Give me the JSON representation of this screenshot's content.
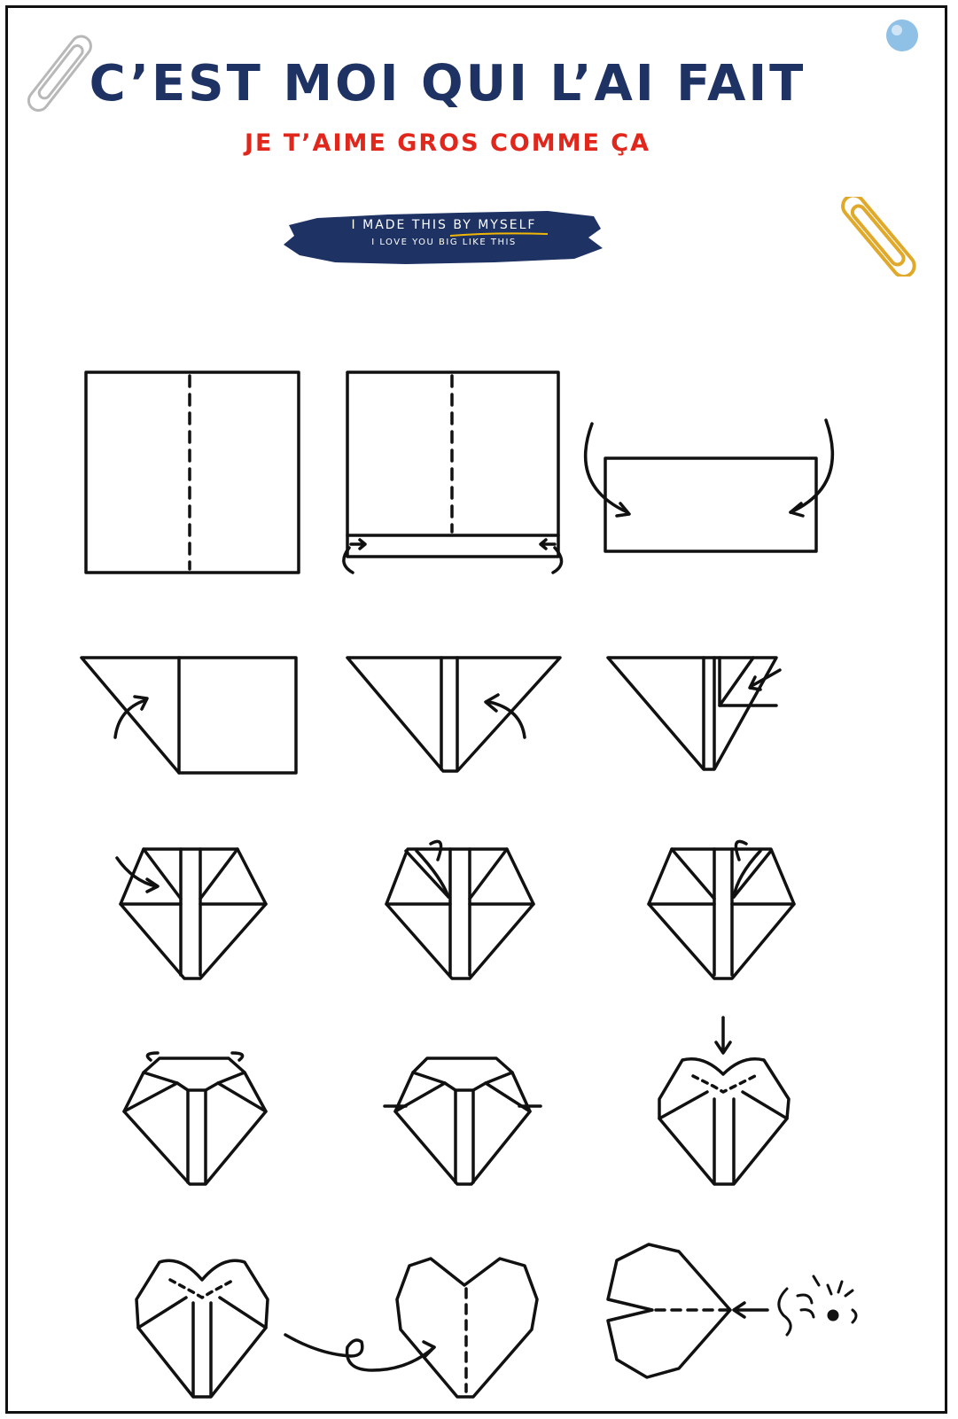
{
  "header": {
    "title": "C’EST MOI QUI L’AI FAIT",
    "subtitle": "JE T’AIME GROS COMME ÇA"
  },
  "badge": {
    "line1_start": "I MADE THIS ",
    "line1_emphasis": "BY MYSELF",
    "line2": "I LOVE YOU BIG LIKE THIS"
  },
  "colors": {
    "title": "#1e3264",
    "subtitle": "#e1261c",
    "badge_brush": "#1e3264",
    "badge_underline": "#f2b705",
    "pin": "#8fc0e6",
    "paperclip_gold": "#e0a92a",
    "paperclip_silver": "#b8b8b8"
  },
  "decor": {
    "top_left": "paperclip-silver",
    "top_right": "pushpin-blue",
    "right": "paperclip-gold"
  },
  "steps": [
    "step-1-square-crease",
    "step-2-fold-bottom-strip",
    "step-3-fold-sides-back",
    "step-4-fold-left-corner",
    "step-5-fold-right-corner",
    "step-6-fold-flap",
    "step-7-fold-top-left",
    "step-8-tuck-left",
    "step-9-tuck-right",
    "step-10-fold-top-corners",
    "step-11-fold-side-corners",
    "step-12-push-top",
    "step-13-finished-back",
    "step-14-turn-over",
    "step-15-blow"
  ]
}
